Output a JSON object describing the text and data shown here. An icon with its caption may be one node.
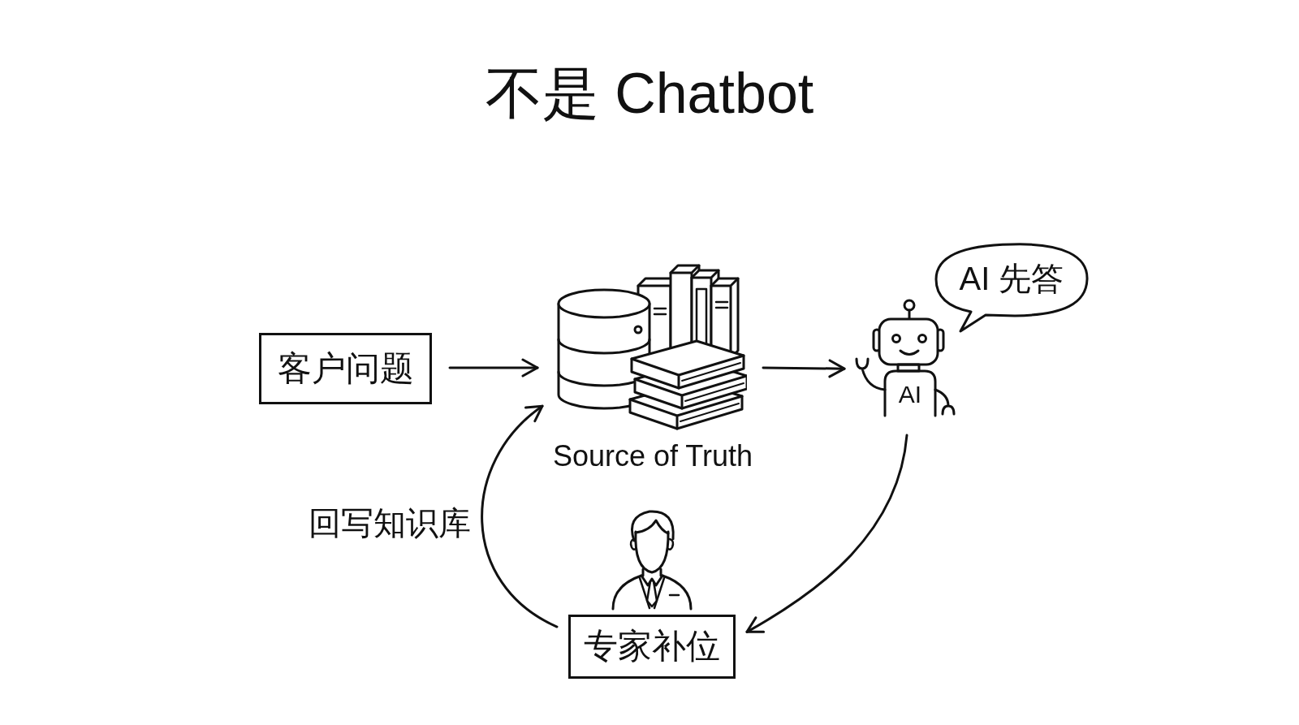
{
  "diagram": {
    "title": "不是 Chatbot",
    "nodes": [
      {
        "text": [
          "客户问题"
        ]
      },
      {
        "text": [
          "Source of Truth"
        ]
      },
      {
        "text": [
          "AI"
        ]
      },
      {
        "text": [
          "AI 先答"
        ]
      },
      {
        "text": [
          "专家补位"
        ]
      }
    ],
    "edges": [
      {
        "from": 0,
        "to": 1,
        "arrow": "to"
      },
      {
        "from": 1,
        "to": 2,
        "arrow": "to"
      },
      {
        "from": 2,
        "to": 4,
        "arrow": "to"
      },
      {
        "from": 4,
        "to": 1,
        "arrow": "to",
        "label": "回写知识库"
      }
    ]
  }
}
